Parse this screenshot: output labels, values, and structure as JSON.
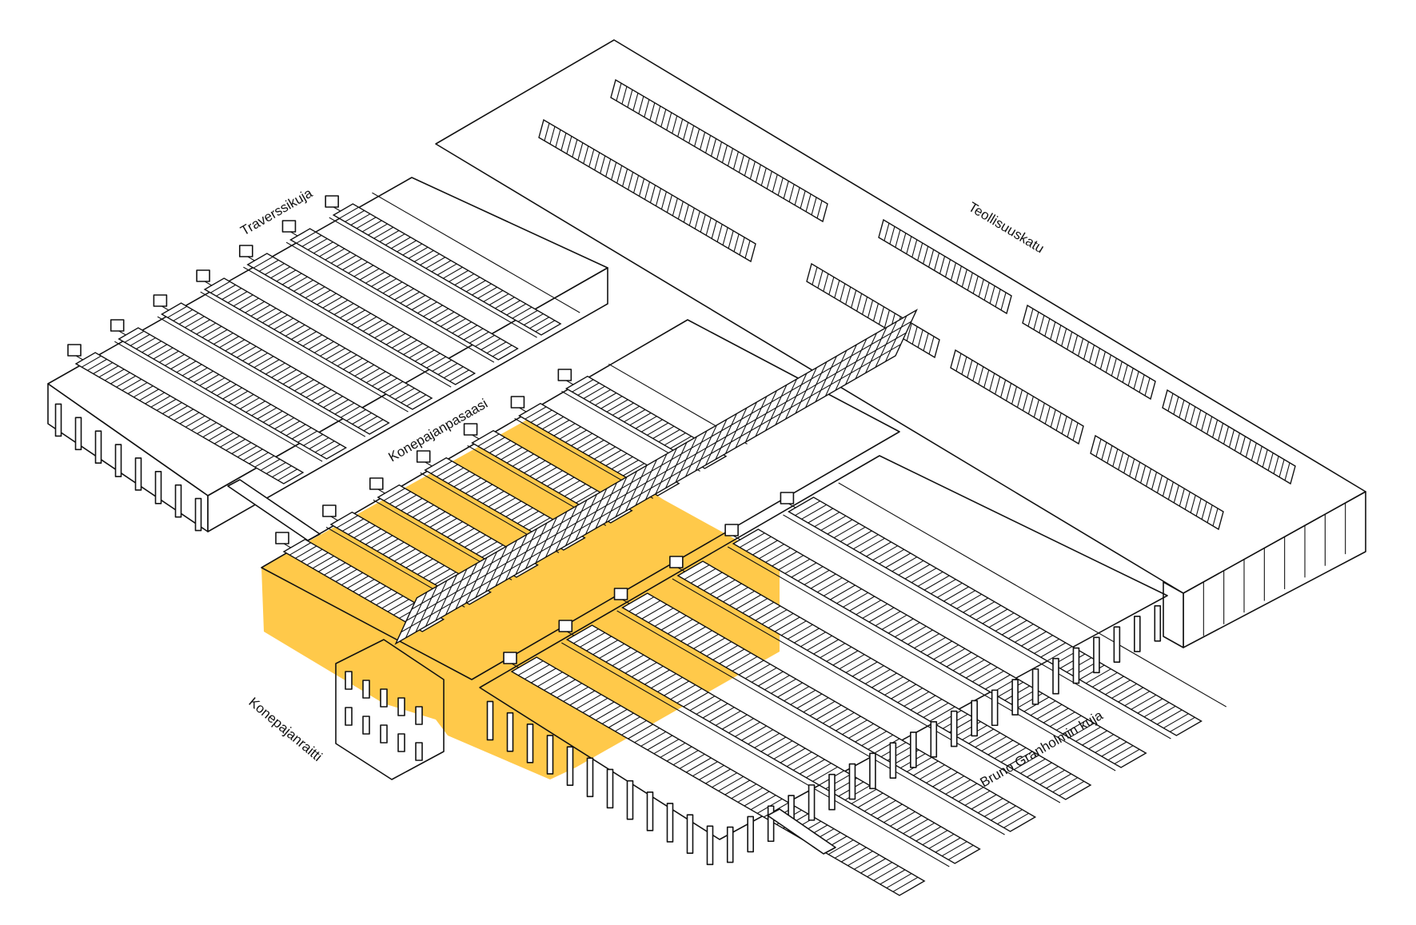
{
  "labels": {
    "street_north": "Teollisuuskatu",
    "street_west": "Traverssikuja",
    "passage": "Konepajanpasaasi",
    "street_south": "Konepajanraitti",
    "street_east": "Bruno Granholmin kuja"
  },
  "colors": {
    "highlight": "#FFC94A",
    "line": "#111111",
    "background": "#FFFFFF"
  }
}
